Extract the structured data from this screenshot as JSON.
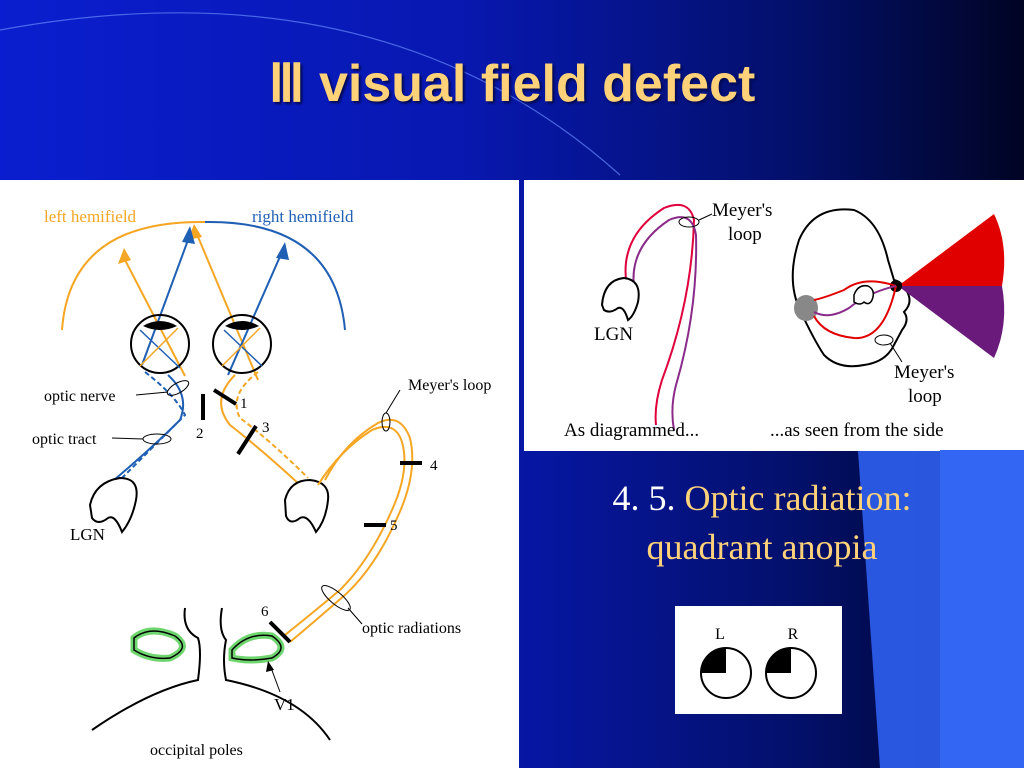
{
  "slide": {
    "title": "Ⅲ visual field defect",
    "caption_prefix": "4. 5.",
    "caption_line1": "Optic radiation:",
    "caption_line2": "quadrant anopia"
  },
  "pathway_diagram": {
    "left_hemifield": "left hemifield",
    "right_hemifield": "right hemifield",
    "optic_nerve": "optic nerve",
    "optic_tract": "optic tract",
    "meyers_loop": "Meyer's loop",
    "lgn": "LGN",
    "optic_radiations": "optic radiations",
    "v1": "V1",
    "occipital_poles": "occipital poles",
    "lesion_1": "1",
    "lesion_2": "2",
    "lesion_3": "3",
    "lesion_4": "4",
    "lesion_5": "5",
    "lesion_6": "6"
  },
  "meyer_diagram": {
    "meyers_label_line1": "Meyer's",
    "meyers_label_line2": "loop",
    "lgn": "LGN",
    "side_label_line1": "Meyer's",
    "side_label_line2": "loop",
    "as_diagrammed": "As diagrammed...",
    "as_seen": "...as seen from the side"
  },
  "field_icons": {
    "left_eye": "L",
    "right_eye": "R"
  },
  "colors": {
    "title": "#ffd27a",
    "orange_path": "#f5a623",
    "blue_path": "#1f5fb4",
    "v1_green": "#6fd66f",
    "red_field": "#e00000",
    "purple_field": "#6a1a7a"
  }
}
